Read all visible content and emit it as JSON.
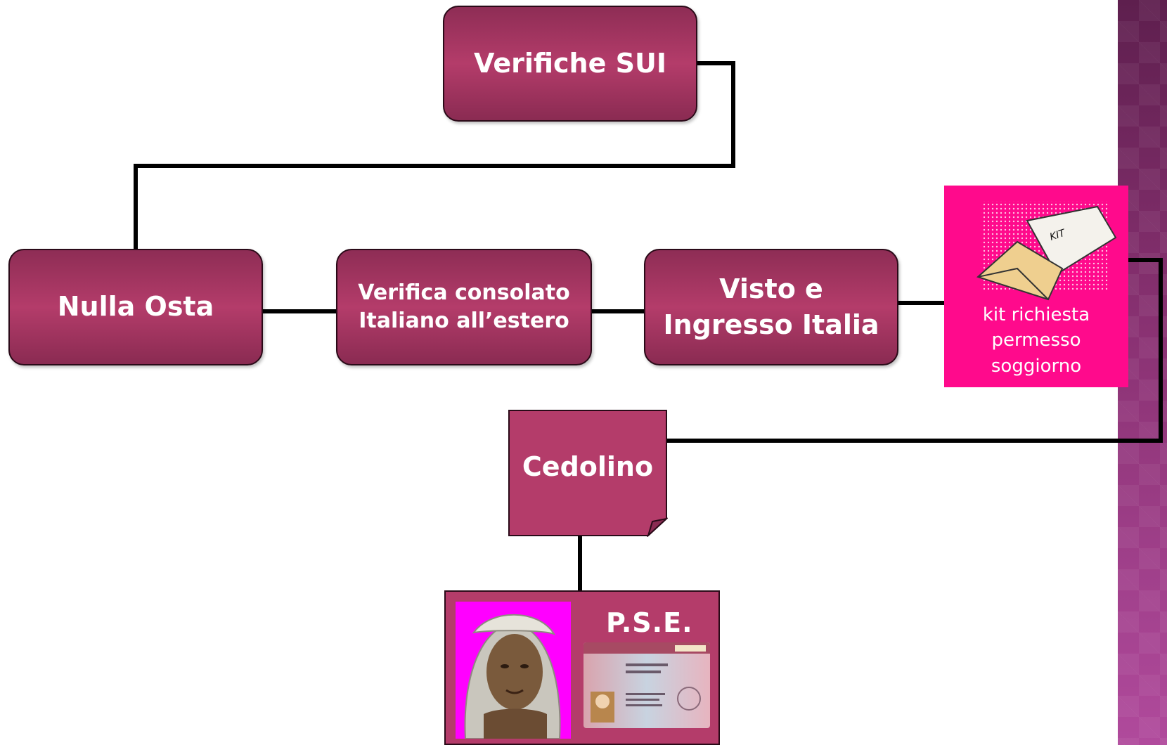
{
  "nodes": {
    "verifiche_sui": "Verifiche SUI",
    "nulla_osta": "Nulla Osta",
    "verifica_consolato": [
      "Verifica consolato",
      "Italiano all’estero"
    ],
    "visto_ingresso": [
      "Visto e",
      "Ingresso Italia"
    ],
    "cedolino": "Cedolino",
    "pse": "P.S.E."
  },
  "kit": {
    "envelope_text": "KIT",
    "caption": [
      "kit richiesta",
      "permesso",
      "soggiorno"
    ]
  },
  "colors": {
    "node_fill": "#b43c6a",
    "node_border": "#2a0a18",
    "kit_background": "#ff0a8c",
    "connector": "#000000",
    "sidebar": "#8a3273"
  },
  "icons": {
    "kit_envelope": "envelope-icon",
    "portrait": "portrait-image",
    "permit_card": "id-card-image"
  }
}
